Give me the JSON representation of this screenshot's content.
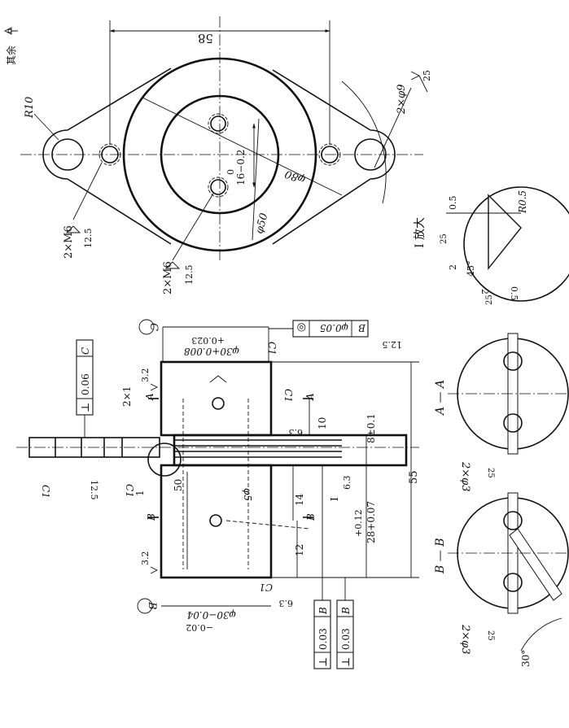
{
  "top_view": {
    "dim_58": "58",
    "dim_R10": "R10",
    "dim_16": "16−0.2",
    "dim_16_upper": "0",
    "dim_phi80": "φ80",
    "dim_phi50": "φ50",
    "hole_2xphi9": "2×φ9",
    "rough_2xphi9": "25",
    "tap_top": "2×M6",
    "tap_top_rough": "12.5",
    "tap_bottom": "2×M6",
    "tap_bottom_rough": "12.5",
    "other_rough": "其余"
  },
  "section_view": {
    "datum_C": "C",
    "datum_B": "B",
    "dim_phi30_top_upper": "+0.023",
    "dim_phi30_top": "φ30+0.008",
    "dim_phi30_bottom": "φ30−0.04",
    "dim_phi30_bottom_lower": "−0.02",
    "chamfer_c1_a": "C1",
    "chamfer_c1_b": "C1",
    "chamfer_c1_c": "C1",
    "chamfer_c1_d": "C1",
    "chamfer_c1_e": "C1",
    "chamfer_2x1": "2×1",
    "label_A1": "A",
    "label_A2": "A",
    "label_B1": "B",
    "label_B2": "B",
    "label_1": "1",
    "label_I": "I",
    "dim_10": "10",
    "dim_8": "8±0.1",
    "dim_50": "50",
    "dim_phi5": "φ5",
    "dim_14": "14",
    "dim_12": "12",
    "dim_28_upper": "+0.12",
    "dim_28": "28+0.07",
    "dim_55": "55",
    "rough_32a": "3.2",
    "rough_32b": "3.2",
    "rough_63a": "6.3",
    "rough_63b": "6.3",
    "rough_63c": "6.3",
    "rough_125a": "12.5",
    "rough_125b": "12.5",
    "fcf_coax_sym": "◎",
    "fcf_coax_tol": "φ0.05",
    "fcf_coax_ref": "B",
    "fcf_perp_sym": "⊥",
    "fcf_perp_tol": "0.06",
    "fcf_perp_ref": "C",
    "fcf_perp2_sym": "⊥",
    "fcf_perp2_tol": "0.03",
    "fcf_perp2_ref": "B",
    "fcf_perp3_sym": "⊥",
    "fcf_perp3_tol": "0.03",
    "fcf_perp3_ref": "B"
  },
  "detail_I": {
    "title": "I 放大",
    "dim_05_top": "0.5",
    "dim_R05": "R0.5",
    "rough_25": "25",
    "dim_2a": "2",
    "dim_45": "45°",
    "dim_2b": "2",
    "dim_05_bottom": "0.5",
    "rough_25b": "25"
  },
  "section_AA": {
    "title": "A — A",
    "holes": "2×φ3",
    "rough": "25"
  },
  "section_BB": {
    "title": "B — B",
    "holes": "2×φ3",
    "rough": "25",
    "angle": "30°"
  }
}
